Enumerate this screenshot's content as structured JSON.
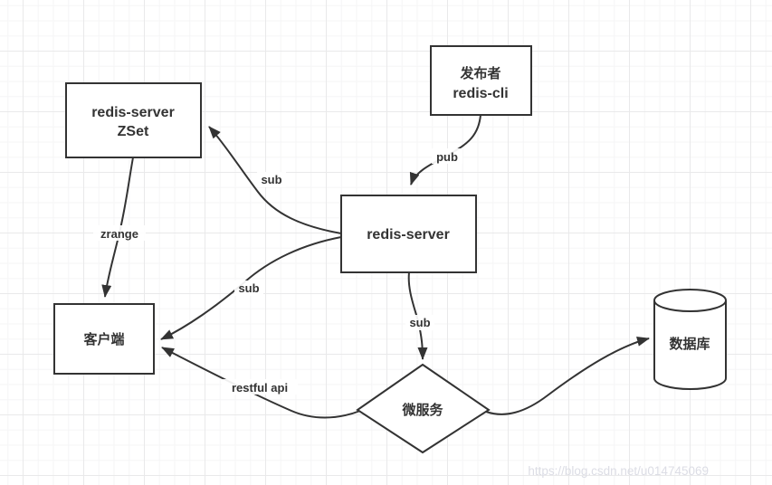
{
  "watermark": "https://blog.csdn.net/u014745069",
  "diagram": {
    "nodes": {
      "zset": {
        "line1": "redis-server",
        "line2": "ZSet"
      },
      "publisher": {
        "line1": "发布者",
        "line2": "redis-cli"
      },
      "server": {
        "label": "redis-server"
      },
      "client": {
        "label": "客户端"
      },
      "microservice": {
        "label": "微服务"
      },
      "database": {
        "label": "数据库"
      }
    },
    "edges": {
      "pub_label": "pub",
      "sub_to_zset_label": "sub",
      "sub_to_client_label": "sub",
      "sub_to_microservice_label": "sub",
      "zrange_label": "zrange",
      "restful_api_label": "restful api"
    },
    "colors": {
      "stroke": "#333333",
      "text": "#333333",
      "node_fill": "#ffffff",
      "grid_minor": "#f5f5f6",
      "grid_major": "#e9e9ea",
      "watermark": "#dcdde5"
    }
  }
}
